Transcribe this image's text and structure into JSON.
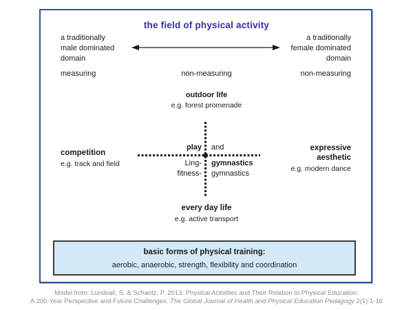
{
  "colors": {
    "title": "#333399",
    "frame_border": "#2f5496",
    "training_box_fill": "#d4e9f7",
    "training_box_border": "#3b3b3b",
    "body_text": "#1a1a1a",
    "citation_text": "#8c8c8c"
  },
  "title": "the field of physical activity",
  "axes": {
    "left_domain_line1": "a traditionally",
    "left_domain_line2": "male dominated",
    "left_domain_line3": "domain",
    "right_domain_line1": "a traditionally",
    "right_domain_line2": "female dominated",
    "right_domain_line3": "domain",
    "measuring_left": "measuring",
    "measuring_center": "non-measuring",
    "measuring_right": "non-measuring"
  },
  "quadrants": {
    "outdoor_label": "outdoor life",
    "outdoor_example": "e.g. forest promenade",
    "competition_label": "competition",
    "competition_example": "e.g. track and field",
    "expressive_label_line1": "expressive",
    "expressive_label_line2": "aesthetic",
    "expressive_example": "e.g. modern dance",
    "everyday_label": "every day life",
    "everyday_example": "e.g. active transport"
  },
  "center_cross": {
    "play": "play",
    "and": "and",
    "ling": "Ling-",
    "gymnastics_bold": "gymnastics",
    "fitness": "fitness-",
    "gymnastics_regular": "gymnastics"
  },
  "training_box": {
    "title": "basic forms of physical training:",
    "items": "aerobic, anaerobic, strength, flexibility and coordination"
  },
  "citation": {
    "line1": "Model from: Lundvall, S. & Schantz, P. 2013. Physical Activities and Their Relation to Physical Education:",
    "line2_regular": "A 200-Year Perspective and Future Challenges. ",
    "line2_italic": "The Global Journal of Health and Physical Education Pedagogy",
    "line2_tail": " 2(1):1-16"
  }
}
